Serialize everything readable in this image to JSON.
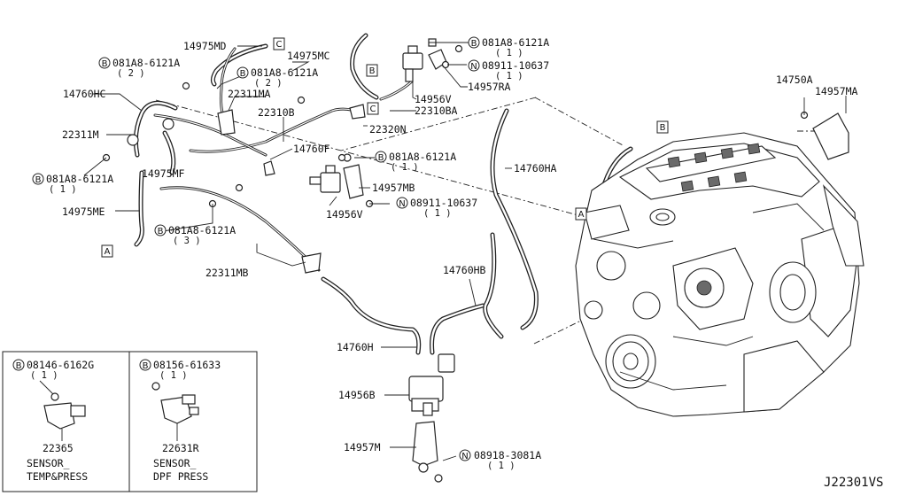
{
  "diagram_code": "J22301VS",
  "callouts": [
    {
      "id": "p14975MD",
      "text": "14975MD"
    },
    {
      "id": "p14975MC",
      "text": "14975MC"
    },
    {
      "id": "p081A8a",
      "text": "081A8-6121A",
      "qty": "( 2 )"
    },
    {
      "id": "p081A8b",
      "text": "081A8-6121A",
      "qty": "( 2 )"
    },
    {
      "id": "p081A8c",
      "text": "081A8-6121A",
      "qty": "( 1 )"
    },
    {
      "id": "p08911a",
      "text": "08911-10637",
      "qty": "( 1 )"
    },
    {
      "id": "p14956Va",
      "text": "14956V"
    },
    {
      "id": "p14957RA",
      "text": "14957RA"
    },
    {
      "id": "p14760HC",
      "text": "14760HC"
    },
    {
      "id": "p22311MA",
      "text": "22311MA"
    },
    {
      "id": "p22310B",
      "text": "22310B"
    },
    {
      "id": "p22310BA",
      "text": "22310BA"
    },
    {
      "id": "p22320N",
      "text": "22320N"
    },
    {
      "id": "p22311M",
      "text": "22311M"
    },
    {
      "id": "p14760F",
      "text": "14760F"
    },
    {
      "id": "p081A8d",
      "text": "081A8-6121A",
      "qty": "( 1 )"
    },
    {
      "id": "p14975MF",
      "text": "14975MF"
    },
    {
      "id": "p081A8e",
      "text": "081A8-6121A",
      "qty": "( 1 )"
    },
    {
      "id": "p14957MB",
      "text": "14957MB"
    },
    {
      "id": "p08911b",
      "text": "08911-10637",
      "qty": "( 1 )"
    },
    {
      "id": "p14956Vb",
      "text": "14956V"
    },
    {
      "id": "p14975ME",
      "text": "14975ME"
    },
    {
      "id": "p081A8f",
      "text": "081A8-6121A",
      "qty": "( 3 )"
    },
    {
      "id": "p22311MB",
      "text": "22311MB"
    },
    {
      "id": "p14760HA",
      "text": "14760HA"
    },
    {
      "id": "p14750A",
      "text": "14750A"
    },
    {
      "id": "p14957MA",
      "text": "14957MA"
    },
    {
      "id": "p14760HB",
      "text": "14760HB"
    },
    {
      "id": "p14760H",
      "text": "14760H"
    },
    {
      "id": "p14956B",
      "text": "14956B"
    },
    {
      "id": "p14957M",
      "text": "14957M"
    },
    {
      "id": "p08918",
      "text": "08918-3081A",
      "qty": "( 1 )"
    }
  ],
  "connectors": {
    "A": "A",
    "B": "B",
    "C": "C"
  },
  "prefix": {
    "B": "B",
    "N": "N"
  },
  "inset": {
    "left": {
      "part": "08146-6162G",
      "qty": "( 1 )",
      "number": "22365",
      "caption1": "SENSOR_",
      "caption2": "TEMP&PRESS"
    },
    "right": {
      "part": "08156-61633",
      "qty": "( 1 )",
      "number": "22631R",
      "caption1": "SENSOR_",
      "caption2": "DPF PRESS"
    }
  }
}
